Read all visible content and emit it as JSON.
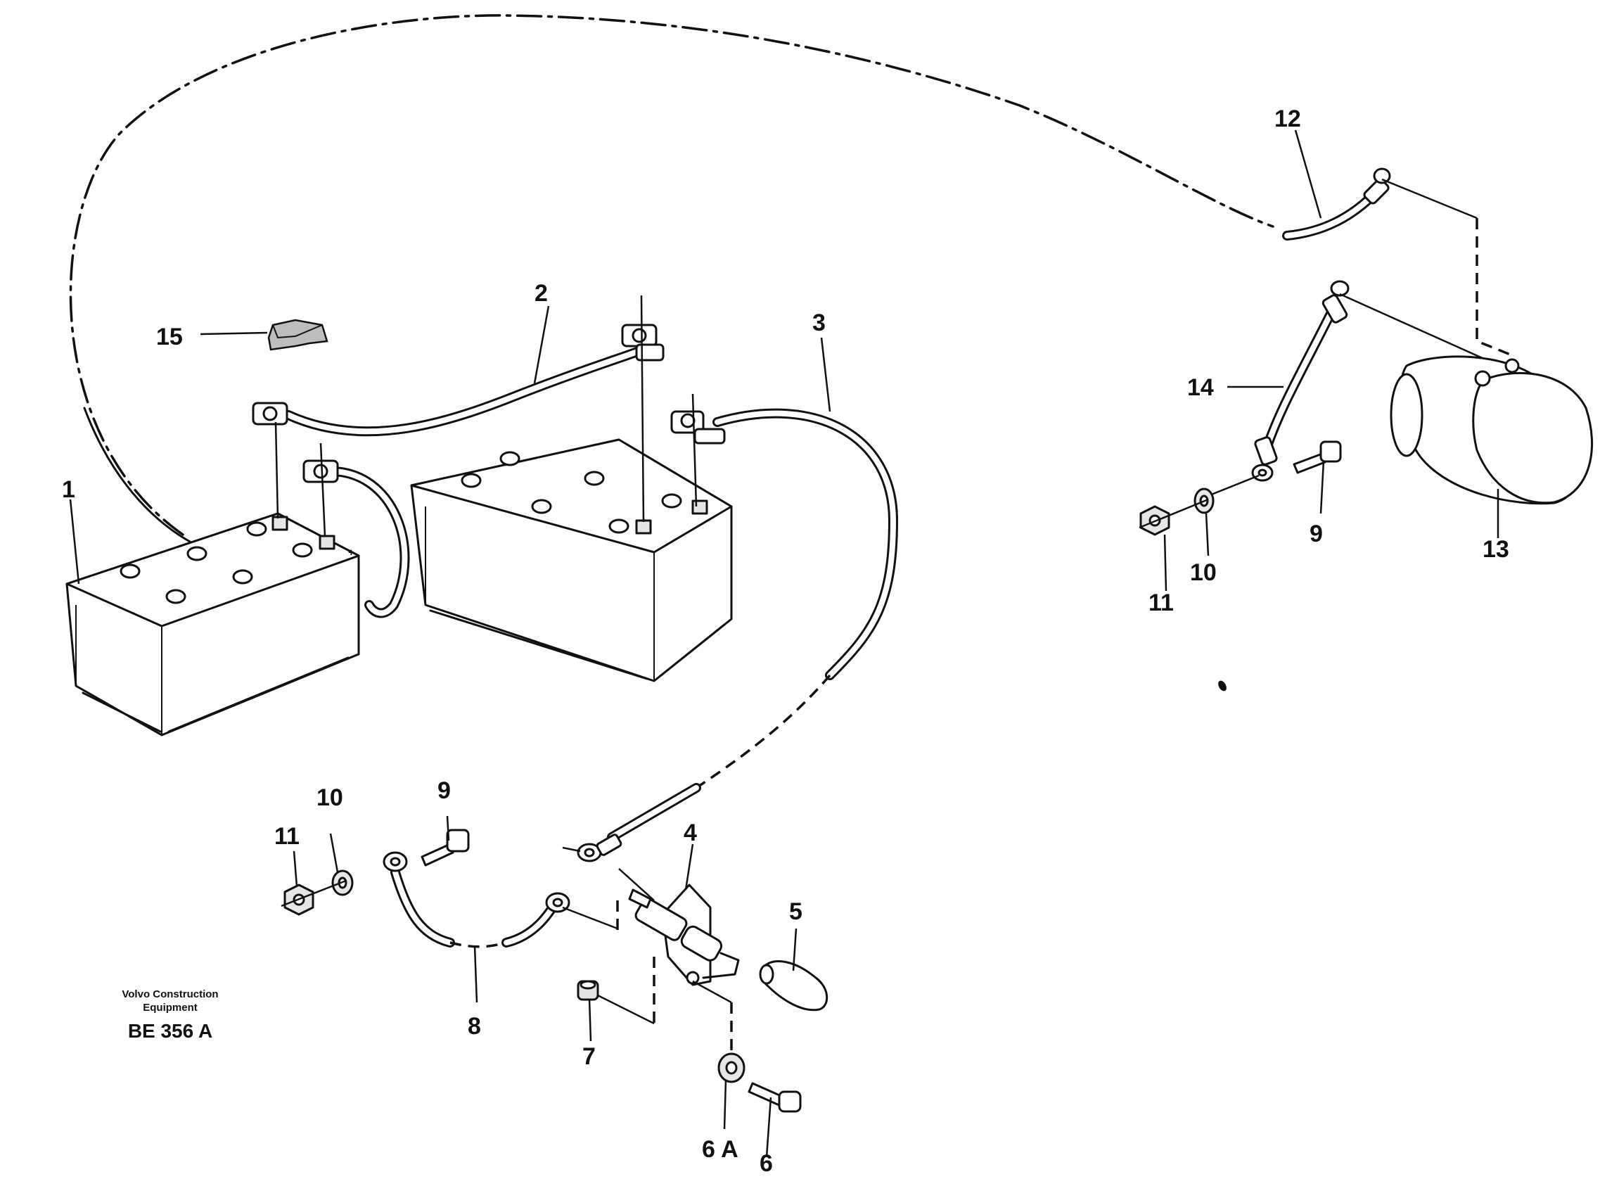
{
  "callouts": {
    "c1": "1",
    "c2": "2",
    "c3": "3",
    "c4": "4",
    "c5": "5",
    "c6": "6",
    "c6a": "6 A",
    "c7": "7",
    "c8": "8",
    "c9_left": "9",
    "c10_left": "10",
    "c11_left": "11",
    "c9_right": "9",
    "c10_right": "10",
    "c11_right": "11",
    "c12": "12",
    "c13": "13",
    "c14": "14",
    "c15": "15"
  },
  "caption": {
    "company_line1": "Volvo Construction",
    "company_line2": "Equipment",
    "drawing_code": "BE 356 A"
  }
}
